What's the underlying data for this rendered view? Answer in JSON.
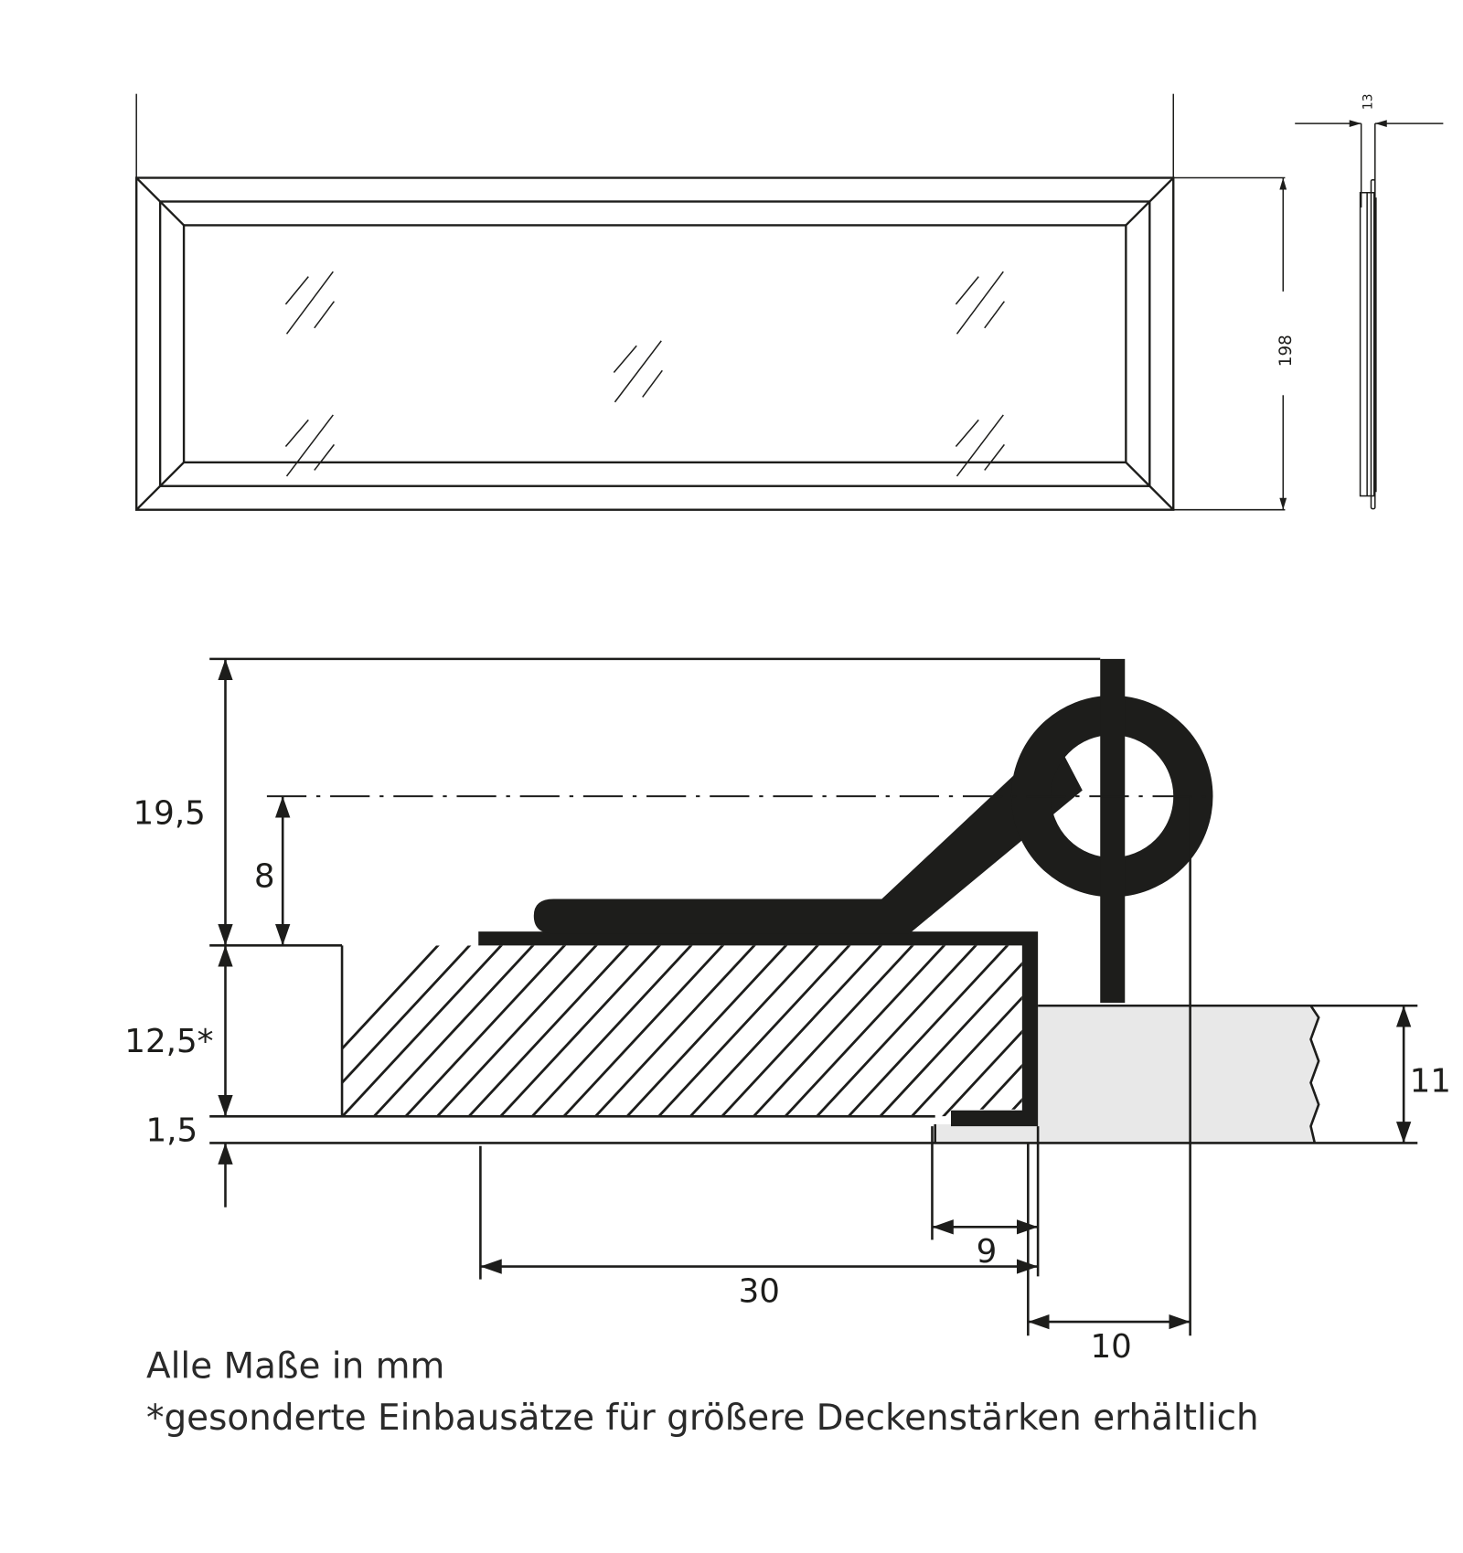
{
  "drawing": {
    "front_view": {
      "height_label": "198"
    },
    "side_view": {
      "thickness_label": "13"
    },
    "section": {
      "dims": {
        "total_height": "19,5",
        "axis_height": "8",
        "ceiling_thickness": "12,5*",
        "flange": "1,5",
        "panel_thickness": "11",
        "return_leg": "9",
        "width": "30",
        "hinge_offset": "10"
      }
    },
    "colors": {
      "line": "#1d1d1b",
      "panel_fill": "#e8e8e8",
      "background": "#ffffff"
    }
  },
  "notes": {
    "units": "Alle Maße in mm",
    "footnote": "*gesonderte Einbausätze für größere Deckenstärken erhältlich"
  }
}
